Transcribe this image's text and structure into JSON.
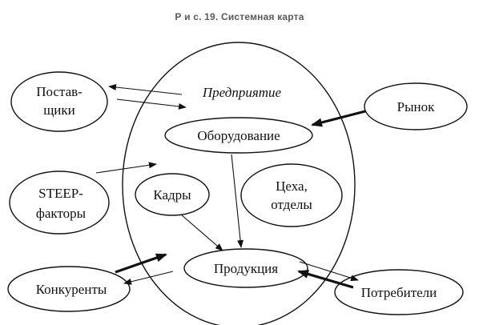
{
  "caption": "Р и с. 19. Системная карта",
  "nodes": {
    "enterprise": "Предприятие",
    "suppliers_line1": "Постав-",
    "suppliers_line2": "щики",
    "market": "Рынок",
    "equipment": "Оборудование",
    "steep_line1": "STEEP-",
    "steep_line2": "факторы",
    "personnel": "Кадры",
    "shops_line1": "Цеха,",
    "shops_line2": "отделы",
    "products": "Продукция",
    "competitors": "Конкуренты",
    "consumers": "Потребители"
  },
  "colors": {
    "stroke": "#111111",
    "caption": "#5a5a5a",
    "background": "#ffffff"
  }
}
